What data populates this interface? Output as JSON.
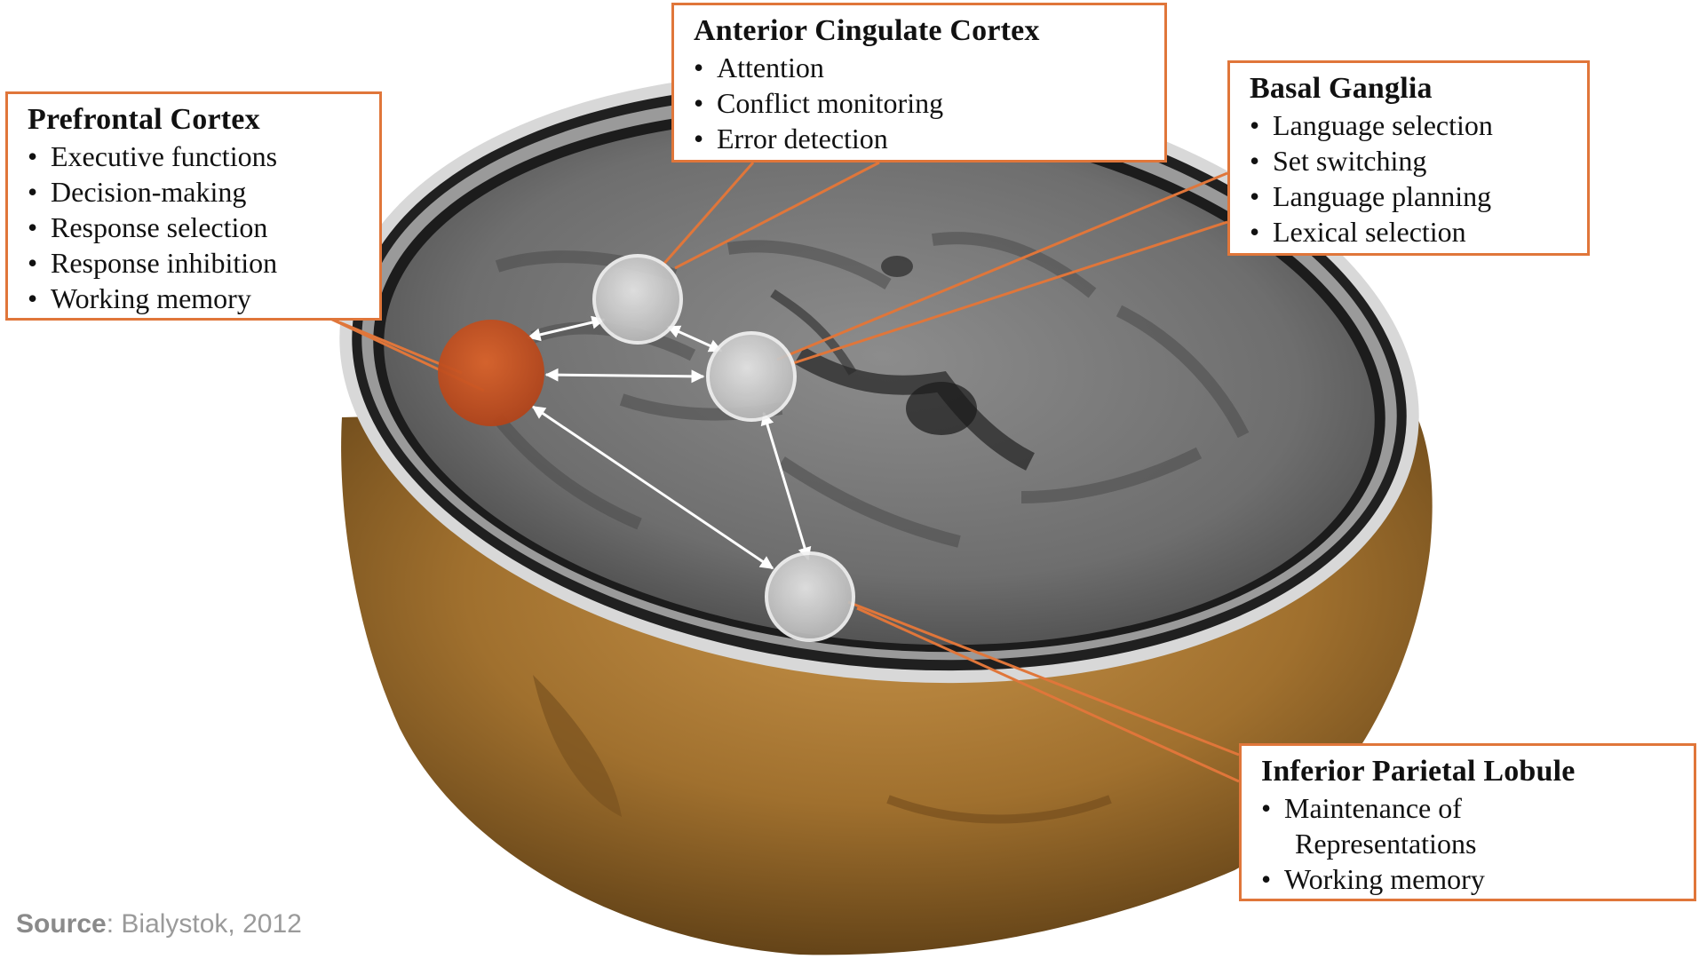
{
  "callouts": {
    "prefrontal": {
      "title": "Prefrontal Cortex",
      "items": [
        "Executive functions",
        "Decision-making",
        "Response selection",
        "Response inhibition",
        "Working memory"
      ]
    },
    "acc": {
      "title": "Anterior Cingulate Cortex",
      "items": [
        "Attention",
        "Conflict monitoring",
        "Error detection"
      ]
    },
    "basal": {
      "title": "Basal Ganglia",
      "items": [
        "Language selection",
        "Set switching",
        "Language planning",
        "Lexical selection"
      ]
    },
    "ipl": {
      "title": "Inferior Parietal Lobule",
      "items": [
        "Maintenance of",
        "Representations",
        "Working memory"
      ]
    }
  },
  "source": {
    "label": "Source",
    "text": ": Bialystok, 2012"
  },
  "colors": {
    "accent": "#e0763a",
    "highlight_node": "#c9531f",
    "node": "#d6d6d6",
    "skin": "#a8783a"
  }
}
